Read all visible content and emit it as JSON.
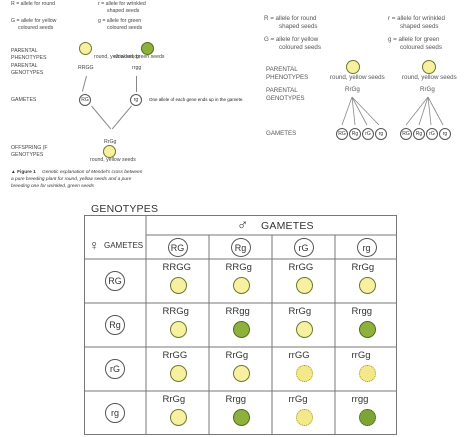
{
  "left_figure": {
    "key_R": "R = allele for round",
    "key_G": "G = allele for yellow",
    "key_G2": "coloured seeds",
    "key_r": "r = allele for wrinkled",
    "key_r2": "shaped seeds",
    "key_g": "g = allele for green",
    "key_g2": "coloured seeds",
    "parental_phenotypes_label": "PARENTAL",
    "parental_phenotypes_label2": "PHENOTYPES",
    "parent1_desc": "round, yellow seeds",
    "parent2_desc": "wrinkled, green seeds",
    "parental_genotypes_label": "PARENTAL",
    "parental_genotypes_label2": "GENOTYPES",
    "parent1_genotype": "RRGG",
    "parent2_genotype": "rrgg",
    "gametes_label": "GAMETES",
    "gamete1": "RG",
    "gamete2": "rg",
    "gamete_note": "One allele of each gene ends up in the gamete.",
    "offspring_genotype": "RrGg",
    "offspring_desc": "round, yellow seeds",
    "offspring_label": "OFFSPRING (F",
    "offspring_label2": "GENOTYPES",
    "figure_caption_bold": "▲ Figure 1",
    "figure_caption": "Genetic explanation of Mendel's cross between",
    "figure_caption2": "a pure breeding plant for round, yellow seeds and a pure",
    "figure_caption3": "breeding one for wrinkled, green seeds"
  },
  "right_figure": {
    "key_R": "R = allele for round",
    "key_R2": "shaped seeds",
    "key_r": "r = allele for wrinkled",
    "key_r2": "shaped seeds",
    "key_G": "G = allele for yellow",
    "key_G2": "coloured seeds",
    "key_g": "g = allele for green",
    "key_g2": "coloured seeds",
    "parental_phenotypes_label": "PARENTAL",
    "parental_phenotypes_label2": "PHENOTYPES",
    "parent_desc_1": "round, yellow seeds",
    "parent_desc_2": "round, yellow seeds",
    "parental_genotypes_label": "PARENTAL",
    "parental_genotypes_label2": "GENOTYPES",
    "parent_genotype_1": "RrGg",
    "parent_genotype_2": "RrGg",
    "gametes_label": "GAMETES",
    "gametes_1": [
      "RG",
      "Rg",
      "rG",
      "rg"
    ],
    "gametes_2": [
      "RG",
      "Rg",
      "rG",
      "rg"
    ]
  },
  "punnett": {
    "genotypes_title": "GENOTYPES",
    "male_symbol": "♂",
    "male_gametes_title": "GAMETES",
    "female_symbol": "♀",
    "female_gametes_title": "GAMETES",
    "col_gametes": [
      "RG",
      "Rg",
      "rG",
      "rg"
    ],
    "row_gametes": [
      "RG",
      "Rg",
      "rG",
      "rg"
    ],
    "cells": [
      [
        {
          "g": "RRGG",
          "s": "y"
        },
        {
          "g": "RRGg",
          "s": "y"
        },
        {
          "g": "RrGG",
          "s": "y"
        },
        {
          "g": "RrGg",
          "s": "y"
        }
      ],
      [
        {
          "g": "RRGg",
          "s": "y"
        },
        {
          "g": "RRgg",
          "s": "g"
        },
        {
          "g": "RrGg",
          "s": "y"
        },
        {
          "g": "Rrgg",
          "s": "g"
        }
      ],
      [
        {
          "g": "RrGG",
          "s": "y"
        },
        {
          "g": "RrGg",
          "s": "y"
        },
        {
          "g": "rrGG",
          "s": "wy"
        },
        {
          "g": "rrGg",
          "s": "wy"
        }
      ],
      [
        {
          "g": "RrGg",
          "s": "y"
        },
        {
          "g": "Rrgg",
          "s": "g"
        },
        {
          "g": "rrGg",
          "s": "wy"
        },
        {
          "g": "rrgg",
          "s": "wg"
        }
      ]
    ],
    "seed_colors": {
      "yellow": "#f6f0a0",
      "green": "#8eb13c"
    }
  }
}
